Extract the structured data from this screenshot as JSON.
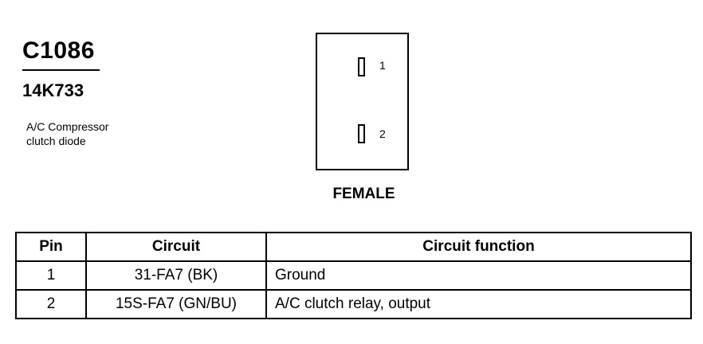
{
  "connector": {
    "id": "C1086",
    "part_number": "14K733",
    "description_line1": "A/C Compressor",
    "description_line2": "clutch diode",
    "gender": "FEMALE",
    "pins": [
      {
        "label": "1"
      },
      {
        "label": "2"
      }
    ]
  },
  "table": {
    "headers": [
      "Pin",
      "Circuit",
      "Circuit function"
    ],
    "rows": [
      {
        "pin": "1",
        "circuit": "31-FA7 (BK)",
        "function": "Ground"
      },
      {
        "pin": "2",
        "circuit": "15S-FA7 (GN/BU)",
        "function": "A/C clutch relay, output"
      }
    ]
  }
}
